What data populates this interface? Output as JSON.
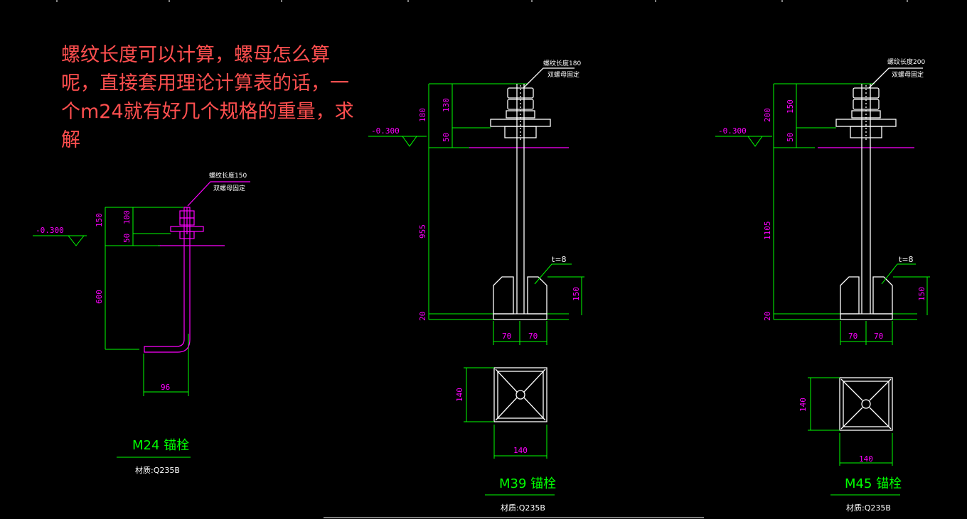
{
  "question": "螺纹长度可以计算，螺母怎么算\n呢，直接套用理论计算表的话，一\n个m24就有好几个规格的重量，求\n解",
  "elevation": "-0.300",
  "note_nut": "双螺母固定",
  "material": "材质:Q235B",
  "bolts": [
    {
      "title": "M24 锚栓",
      "thread": "螺纹长度150",
      "dims": {
        "total": "150",
        "upper": "100",
        "lower": "50",
        "embed": "600",
        "hook": "96"
      }
    },
    {
      "title": "M39 锚栓",
      "thread": "螺纹长度180",
      "thickness": "t=8",
      "dims": {
        "total": "180",
        "upper": "130",
        "lower": "50",
        "embed": "955",
        "base": "20",
        "plate_h": "150",
        "half_a": "70",
        "half_b": "70",
        "plate_w": "140",
        "plate_d": "140"
      }
    },
    {
      "title": "M45 锚栓",
      "thread": "螺纹长度200",
      "thickness": "t=8",
      "dims": {
        "total": "200",
        "upper": "150",
        "lower": "50",
        "embed": "1105",
        "base": "20",
        "plate_h": "150",
        "half_a": "70",
        "half_b": "70",
        "plate_w": "140",
        "plate_d": "140"
      }
    }
  ]
}
